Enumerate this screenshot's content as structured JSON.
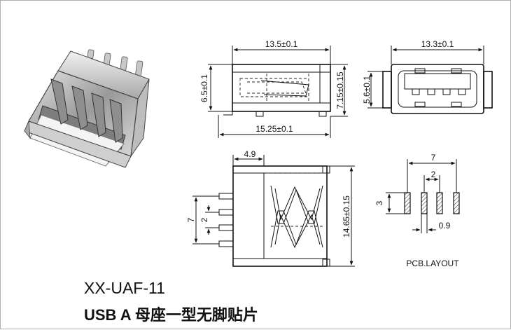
{
  "part_number": "XX-UAF-11",
  "description": "USB A 母座一型无脚贴片",
  "pcb_layout_label": "PCB.LAYOUT",
  "dimensions": {
    "side_top_length": "13.5±0.1",
    "side_left_height": "6.5±0.1",
    "side_right_height": "7.15±0.15",
    "side_bottom_length": "15.25±0.1",
    "front_width": "13.3±0.1",
    "front_height": "5.6±0.1",
    "top_tab_length": "4.9",
    "top_pin_span": "7",
    "top_pin_pitch": "2",
    "top_total_length": "14.65±0.15",
    "pcb_span": "7",
    "pcb_pitch": "2",
    "pcb_pad_length": "3",
    "pcb_pad_width": "0.9"
  }
}
